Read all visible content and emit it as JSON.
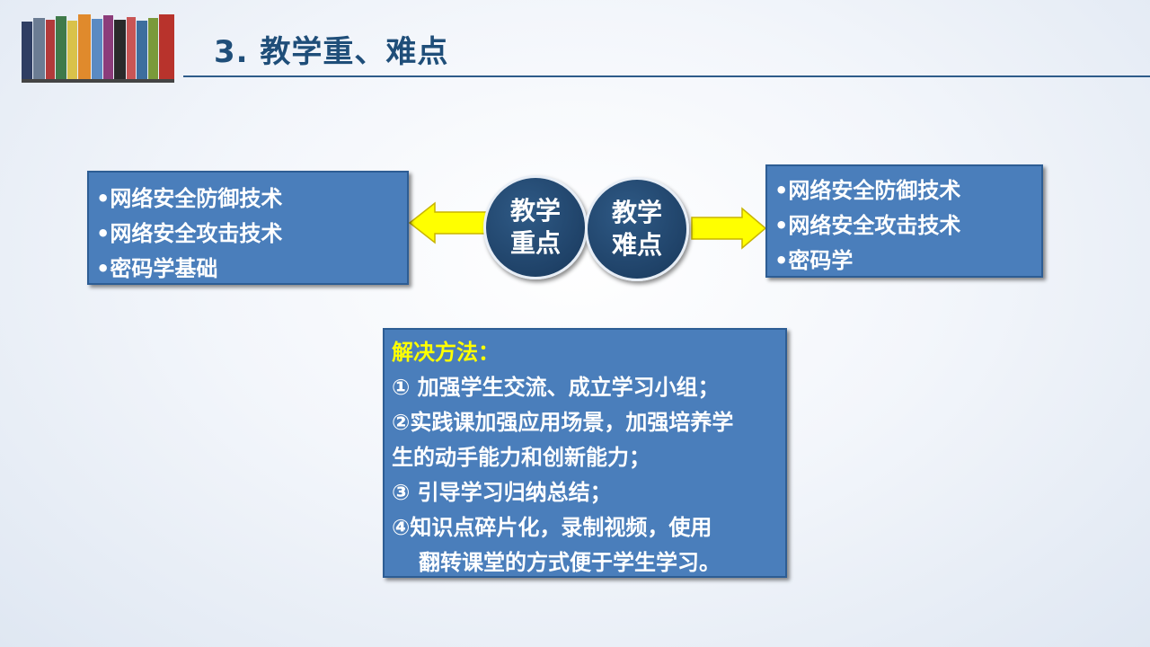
{
  "header": {
    "title": "3. 教学重、难点"
  },
  "key_points": {
    "items": [
      "•网络安全防御技术",
      "•网络安全攻击技术",
      "•密码学基础"
    ]
  },
  "difficult_points": {
    "items": [
      "•网络安全防御技术",
      "•网络安全攻击技术",
      "•密码学"
    ]
  },
  "circles": {
    "key_line1": "教学",
    "key_line2": "重点",
    "diff_line1": "教学",
    "diff_line2": "难点"
  },
  "solution": {
    "heading": "解决方法：",
    "lines": [
      "① 加强学生交流、成立学习小组；",
      "②实践课加强应用场景，加强培养学",
      "生的动手能力和创新能力；",
      "③ 引导学习归纳总结；",
      "④知识点碎片化，录制视频，使用",
      "翻转课堂的方式便于学生学习。"
    ]
  },
  "colors": {
    "box_fill": "#4a7ebb",
    "circle_fill": "#1f4268",
    "arrow_fill": "#ffff00",
    "heading_accent": "#ffff00",
    "title_color": "#1f4e79"
  }
}
